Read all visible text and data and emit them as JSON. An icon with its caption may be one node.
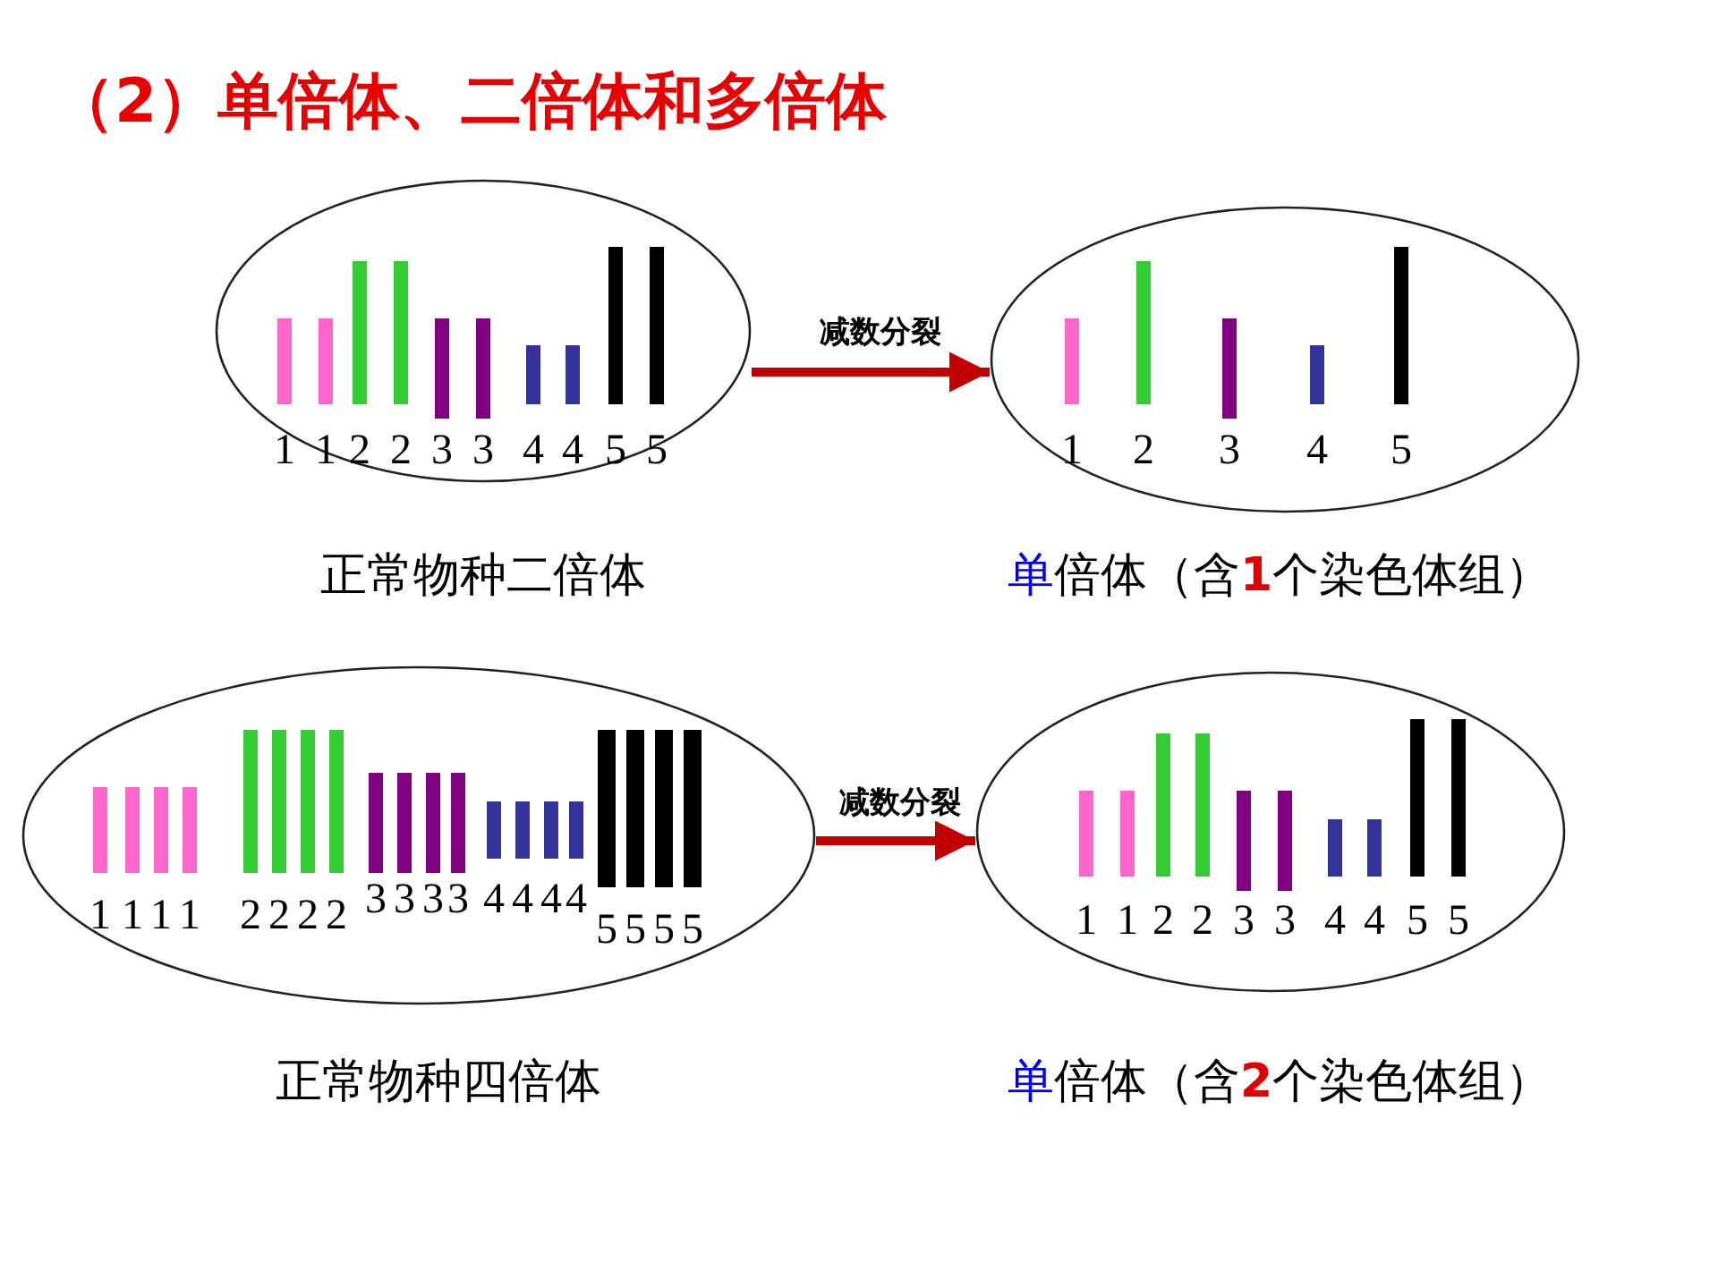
{
  "diagram": {
    "title": "（2）单倍体、二倍体和多倍体",
    "nodes": [
      {
        "text": [
          "1",
          "1",
          "2",
          "2",
          "3",
          "3",
          "4",
          "4",
          "5",
          "5"
        ],
        "beside": [
          "正常物种二倍体"
        ]
      },
      {
        "text": [
          "1",
          "2",
          "3",
          "4",
          "5"
        ],
        "beside": [
          "单倍体（含**1**个染色体组）"
        ]
      },
      {
        "text": [
          "1",
          "1",
          "1",
          "1",
          "2",
          "2",
          "2",
          "2",
          "3",
          "3",
          "3",
          "3",
          "4",
          "4",
          "4",
          "4",
          "5",
          "5",
          "5",
          "5"
        ],
        "beside": [
          "正常物种四倍体"
        ]
      },
      {
        "text": [
          "1",
          "1",
          "2",
          "2",
          "3",
          "3",
          "4",
          "4",
          "5",
          "5"
        ],
        "beside": [
          "单倍体（含**2**个染色体组）"
        ]
      }
    ],
    "edges": [
      {
        "from": 0,
        "to": 1,
        "arrow": "to",
        "label": "减数分裂"
      },
      {
        "from": 2,
        "to": 3,
        "arrow": "to",
        "label": "减数分裂"
      }
    ]
  }
}
